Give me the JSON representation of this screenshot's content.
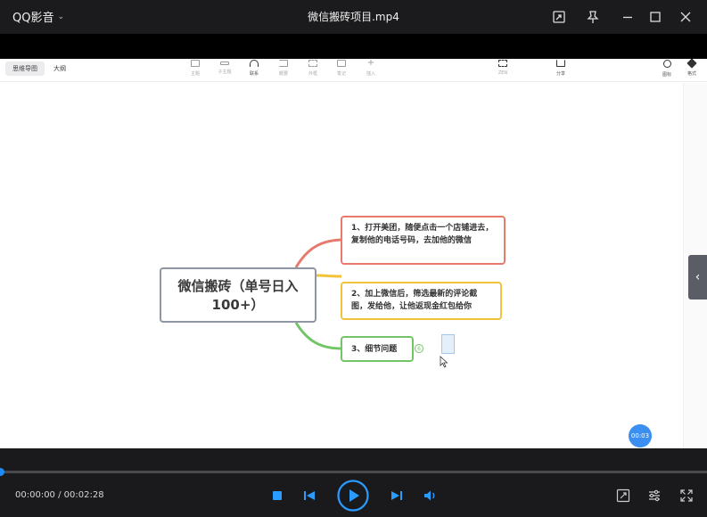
{
  "titlebar": {
    "brand": "QQ影音",
    "title": "微信搬砖项目.mp4"
  },
  "mindmap_app": {
    "view_tabs": [
      {
        "label": "思维导图",
        "active": true
      },
      {
        "label": "大纲",
        "active": false
      }
    ],
    "tools": [
      {
        "label": "主题",
        "icon": "topic-icon"
      },
      {
        "label": "子主题",
        "icon": "subtopic-icon"
      },
      {
        "label": "联系",
        "icon": "relation-icon"
      },
      {
        "label": "概要",
        "icon": "summary-icon"
      },
      {
        "label": "外框",
        "icon": "boundary-icon"
      },
      {
        "label": "笔记",
        "icon": "note-icon"
      },
      {
        "label": "插入",
        "icon": "insert-icon"
      }
    ],
    "zen": {
      "label": "ZEN"
    },
    "share": {
      "label": "分享"
    },
    "icon_tool": {
      "label": "图标"
    },
    "style_tool": {
      "label": "格式"
    },
    "root": {
      "line1": "微信搬砖（单号日入",
      "line2": "100+）"
    },
    "children": [
      {
        "text": "1、打开美团，随便点击一个店铺进去，复制他的电话号码，去加他的微信",
        "color": "#e87a6d"
      },
      {
        "text": "2、加上微信后，筛选最新的评论截图，发给他，让他返现金红包给你",
        "color": "#f2c23a"
      },
      {
        "text": "3、细节问题",
        "color": "#72c566"
      }
    ],
    "collapsed_count": "6",
    "timer_badge": "00:03"
  },
  "player": {
    "current_time": "00:00:00",
    "separator": " / ",
    "total_time": "00:02:28",
    "progress": 0.0,
    "accent": "#1d8cf8"
  }
}
